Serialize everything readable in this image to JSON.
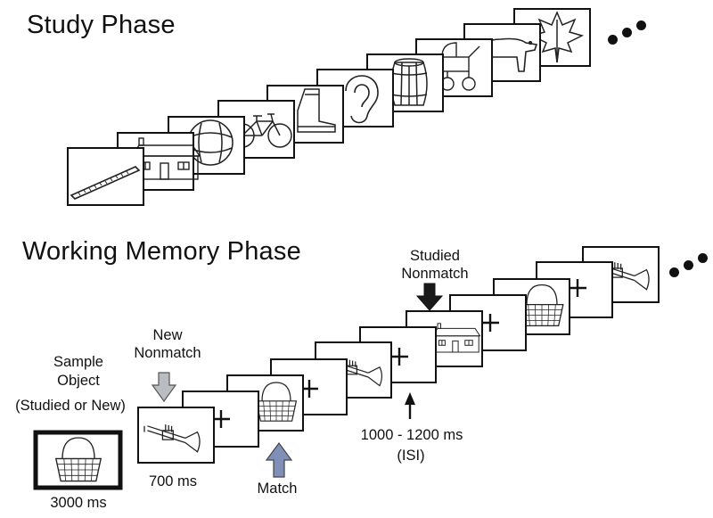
{
  "study": {
    "heading": "Study Phase",
    "card_icons": [
      "comb-icon",
      "house-icon",
      "ball-icon",
      "bicycle-icon",
      "boot-icon",
      "ear-icon",
      "barrel-icon",
      "stroller-icon",
      "bear-icon",
      "leaf-icon"
    ]
  },
  "wm": {
    "heading": "Working Memory Phase",
    "sample_label_1": "Sample",
    "sample_label_2": "Object",
    "sample_label_3": "(Studied or New)",
    "sample_icon": "basket-icon",
    "sample_time": "3000 ms",
    "new_nonmatch_1": "New",
    "new_nonmatch_2": "Nonmatch",
    "studied_nonmatch_1": "Studied",
    "studied_nonmatch_2": "Nonmatch",
    "match": "Match",
    "time_700": "700 ms",
    "isi_time": "1000 - 1200 ms",
    "isi_label": "(ISI)",
    "sequence_icons": [
      "trumpet-icon",
      "basket-icon",
      "trumpet-icon",
      "house-icon",
      "basket-icon",
      "trumpet-icon"
    ],
    "colors": {
      "gray_arrow": "#b9bcc0",
      "blue_arrow": "#7f8fb8",
      "dark_arrow": "#1a1a1a"
    }
  }
}
